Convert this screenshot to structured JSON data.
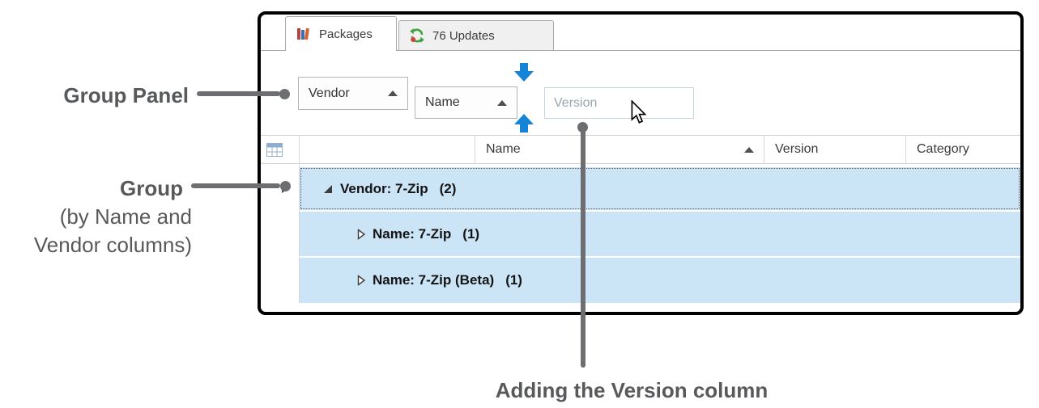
{
  "annotations": {
    "group_panel": "Group Panel",
    "group": "Group",
    "group_note_line1": "(by Name and",
    "group_note_line2": "Vendor columns)",
    "adding_version": "Adding the Version column"
  },
  "tabs": {
    "packages": "Packages",
    "updates": "76 Updates"
  },
  "group_panel": {
    "vendor_label": "Vendor",
    "name_label": "Name",
    "drag_label": "Version"
  },
  "grid": {
    "columns": {
      "name": "Name",
      "version": "Version",
      "category": "Category"
    },
    "rows": [
      {
        "label": "Vendor: 7-Zip",
        "count": "(2)"
      },
      {
        "label": "Name: 7-Zip",
        "count": "(1)"
      },
      {
        "label": "Name: 7-Zip (Beta)",
        "count": "(1)"
      }
    ]
  },
  "colors": {
    "group_row_bg": "#cbe4f6",
    "drop_indicator_blue": "#1583d6",
    "annotation_gray": "#58595b",
    "window_border": "#000000"
  }
}
